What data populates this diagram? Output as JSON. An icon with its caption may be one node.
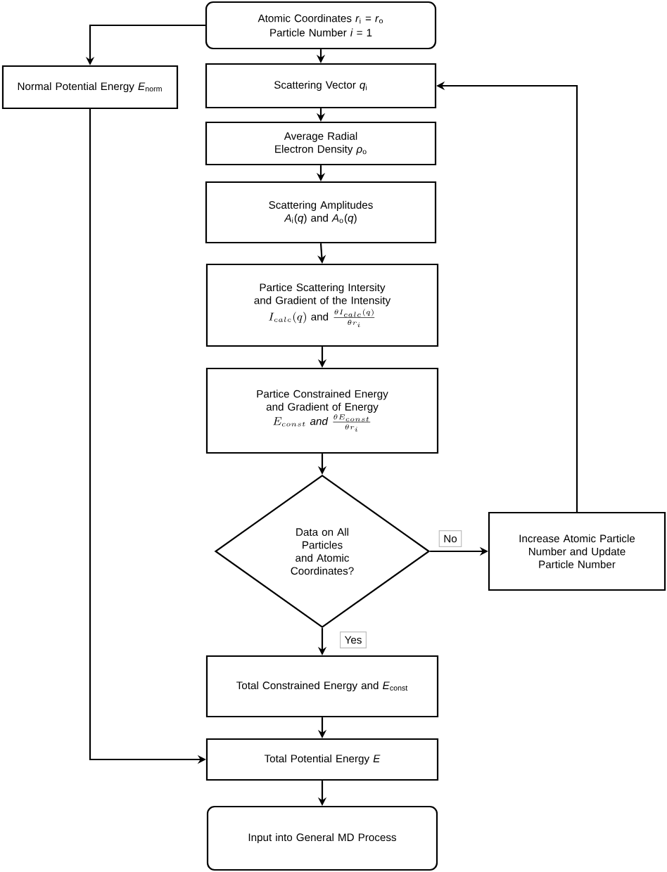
{
  "diagram": {
    "nodes": [
      {
        "text": [
          "Atomic Coordinates *r*$_{i}$ = *r*$_{o}$",
          "Particle Number *i* = 1"
        ]
      },
      {
        "text": [
          "Normal Potential Energy *E*$_{norm}$"
        ]
      },
      {
        "text": [
          "Scattering Vector *q*$_{i}$"
        ]
      },
      {
        "text": [
          "Average Radial Electron Density *ρ*$_{o}$"
        ]
      },
      {
        "text": [
          "Scattering Amplitudes *A*$_{i}$(*q*) and *A*$_{o}$(*q*)"
        ]
      },
      {
        "text": [
          "Partice Scattering Intersity and Gradient of the Intensity",
          "I_{calc}(q)\\text{ and }\\frac{\\theta I_{calc}(q)}{\\theta r_i}"
        ]
      },
      {
        "text": [
          "Partice Constrained Energy and Gradient of Energy",
          "E_{const}\\ \\mathit{and}\\ \\frac{\\theta E_{const}}{\\theta r_i}"
        ]
      },
      {
        "text": [
          "Data on All Particles and Atomic Coordinates?"
        ]
      },
      {
        "text": [
          "Increase Atomic Particle Number and Update Particle Number"
        ]
      },
      {
        "text": [
          "Total Constrained Energy and *E*$_{const}$"
        ]
      },
      {
        "text": [
          "Total Potential Energy *E*"
        ]
      },
      {
        "text": [
          "Input into General MD Process"
        ]
      }
    ],
    "edges": [
      {
        "from": 0,
        "to": 1,
        "arrow": "to"
      },
      {
        "from": 0,
        "to": 2,
        "arrow": "to"
      },
      {
        "from": 2,
        "to": 3,
        "arrow": "to"
      },
      {
        "from": 3,
        "to": 4,
        "arrow": "to"
      },
      {
        "from": 4,
        "to": 5,
        "arrow": "to"
      },
      {
        "from": 5,
        "to": 6,
        "arrow": "to"
      },
      {
        "from": 6,
        "to": 7,
        "arrow": "to"
      },
      {
        "from": 7,
        "to": 8,
        "arrow": "to",
        "label": "No"
      },
      {
        "from": 8,
        "to": 2,
        "arrow": "to"
      },
      {
        "from": 7,
        "to": 9,
        "arrow": "to",
        "label": "Yes"
      },
      {
        "from": 9,
        "to": 10,
        "arrow": "to"
      },
      {
        "from": 1,
        "to": 10,
        "arrow": "to"
      },
      {
        "from": 10,
        "to": 11,
        "arrow": "to"
      }
    ]
  }
}
